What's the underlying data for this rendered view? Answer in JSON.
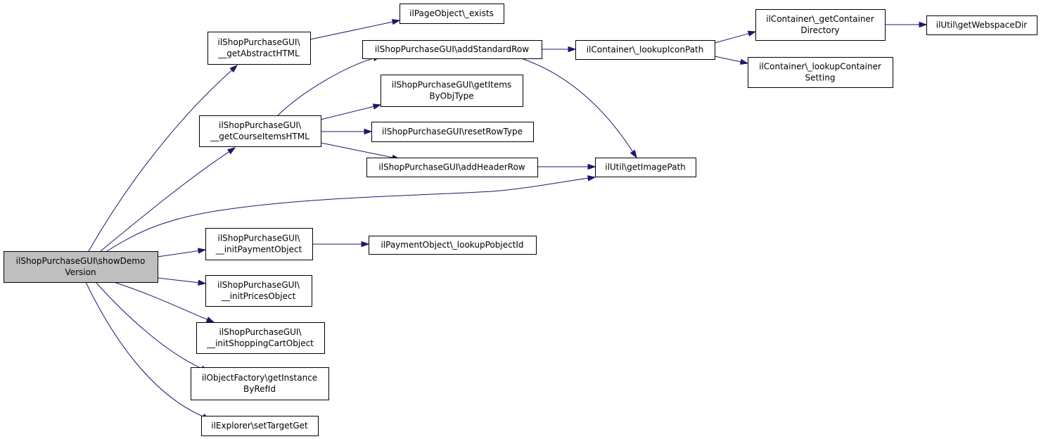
{
  "diagram": {
    "type": "call-graph",
    "colors": {
      "edge": "#191970",
      "root_fill": "#bfbfbf",
      "node_fill": "#ffffff",
      "node_border": "#000000"
    },
    "nodes": [
      {
        "id": "showDemoVersion",
        "lines": [
          "ilShopPurchaseGUI\\showDemo",
          "Version"
        ],
        "highlight": true
      },
      {
        "id": "getAbstractHTML",
        "lines": [
          "ilShopPurchaseGUI\\",
          "__getAbstractHTML"
        ]
      },
      {
        "id": "pageExists",
        "lines": [
          "ilPageObject\\_exists"
        ]
      },
      {
        "id": "getCourseItemsHTML",
        "lines": [
          "ilShopPurchaseGUI\\",
          "__getCourseItemsHTML"
        ]
      },
      {
        "id": "addStandardRow",
        "lines": [
          "ilShopPurchaseGUI\\addStandardRow"
        ]
      },
      {
        "id": "getItemsByObjType",
        "lines": [
          "ilShopPurchaseGUI\\getItems",
          "ByObjType"
        ]
      },
      {
        "id": "resetRowType",
        "lines": [
          "ilShopPurchaseGUI\\resetRowType"
        ]
      },
      {
        "id": "addHeaderRow",
        "lines": [
          "ilShopPurchaseGUI\\addHeaderRow"
        ]
      },
      {
        "id": "lookupIconPath",
        "lines": [
          "ilContainer\\_lookupIconPath"
        ]
      },
      {
        "id": "getContainerDirectory",
        "lines": [
          "ilContainer\\_getContainer",
          "Directory"
        ]
      },
      {
        "id": "getWebspaceDir",
        "lines": [
          "ilUtil\\getWebspaceDir"
        ]
      },
      {
        "id": "lookupContainerSetting",
        "lines": [
          "ilContainer\\_lookupContainer",
          "Setting"
        ]
      },
      {
        "id": "getImagePath",
        "lines": [
          "ilUtil\\getImagePath"
        ]
      },
      {
        "id": "initPaymentObject",
        "lines": [
          "ilShopPurchaseGUI\\",
          "__initPaymentObject"
        ]
      },
      {
        "id": "lookupPobjectId",
        "lines": [
          "ilPaymentObject\\_lookupPobjectId"
        ]
      },
      {
        "id": "initPricesObject",
        "lines": [
          "ilShopPurchaseGUI\\",
          "__initPricesObject"
        ]
      },
      {
        "id": "initShoppingCartObject",
        "lines": [
          "ilShopPurchaseGUI\\",
          "__initShoppingCartObject"
        ]
      },
      {
        "id": "getInstanceByRefId",
        "lines": [
          "ilObjectFactory\\getInstance",
          "ByRefId"
        ]
      },
      {
        "id": "setTargetGet",
        "lines": [
          "ilExplorer\\setTargetGet"
        ]
      }
    ],
    "edges": [
      {
        "from": "showDemoVersion",
        "to": "getAbstractHTML"
      },
      {
        "from": "showDemoVersion",
        "to": "getCourseItemsHTML"
      },
      {
        "from": "showDemoVersion",
        "to": "getImagePath"
      },
      {
        "from": "showDemoVersion",
        "to": "initPaymentObject"
      },
      {
        "from": "showDemoVersion",
        "to": "initPricesObject"
      },
      {
        "from": "showDemoVersion",
        "to": "initShoppingCartObject"
      },
      {
        "from": "showDemoVersion",
        "to": "getInstanceByRefId"
      },
      {
        "from": "showDemoVersion",
        "to": "setTargetGet"
      },
      {
        "from": "getAbstractHTML",
        "to": "pageExists"
      },
      {
        "from": "getCourseItemsHTML",
        "to": "addStandardRow"
      },
      {
        "from": "getCourseItemsHTML",
        "to": "getItemsByObjType"
      },
      {
        "from": "getCourseItemsHTML",
        "to": "resetRowType"
      },
      {
        "from": "getCourseItemsHTML",
        "to": "addHeaderRow"
      },
      {
        "from": "addStandardRow",
        "to": "lookupIconPath"
      },
      {
        "from": "addStandardRow",
        "to": "getImagePath"
      },
      {
        "from": "addHeaderRow",
        "to": "getImagePath"
      },
      {
        "from": "lookupIconPath",
        "to": "getContainerDirectory"
      },
      {
        "from": "lookupIconPath",
        "to": "lookupContainerSetting"
      },
      {
        "from": "getContainerDirectory",
        "to": "getWebspaceDir"
      },
      {
        "from": "initPaymentObject",
        "to": "lookupPobjectId"
      }
    ]
  }
}
